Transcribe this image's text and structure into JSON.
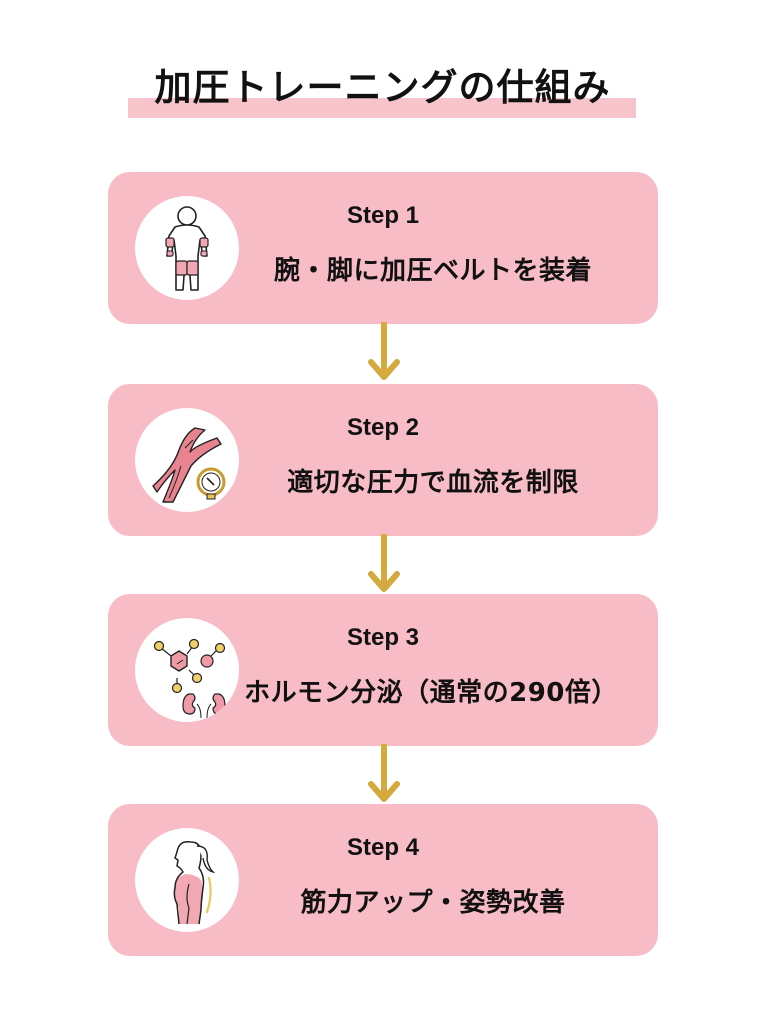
{
  "title": "加圧トレーニングの仕組み",
  "colors": {
    "card_bg": "#f8bcc6",
    "title_underline": "#f7c4cc",
    "arrow": "#d4a93e",
    "icon_circle": "#ffffff"
  },
  "steps": [
    {
      "label": "Step 1",
      "description": "腕・脚に加圧ベルトを装着",
      "icon": "body-with-pressure-belts-icon"
    },
    {
      "label": "Step 2",
      "description": "適切な圧力で血流を制限",
      "icon": "blood-vessel-pressure-gauge-icon"
    },
    {
      "label": "Step 3",
      "description": "ホルモン分泌（通常の290倍）",
      "icon": "hormone-molecule-kidneys-icon"
    },
    {
      "label": "Step 4",
      "description": "筋力アップ・姿勢改善",
      "icon": "posture-woman-silhouette-icon"
    }
  ],
  "arrows": [
    {
      "icon": "arrow-down-icon"
    },
    {
      "icon": "arrow-down-icon"
    },
    {
      "icon": "arrow-down-icon"
    }
  ]
}
